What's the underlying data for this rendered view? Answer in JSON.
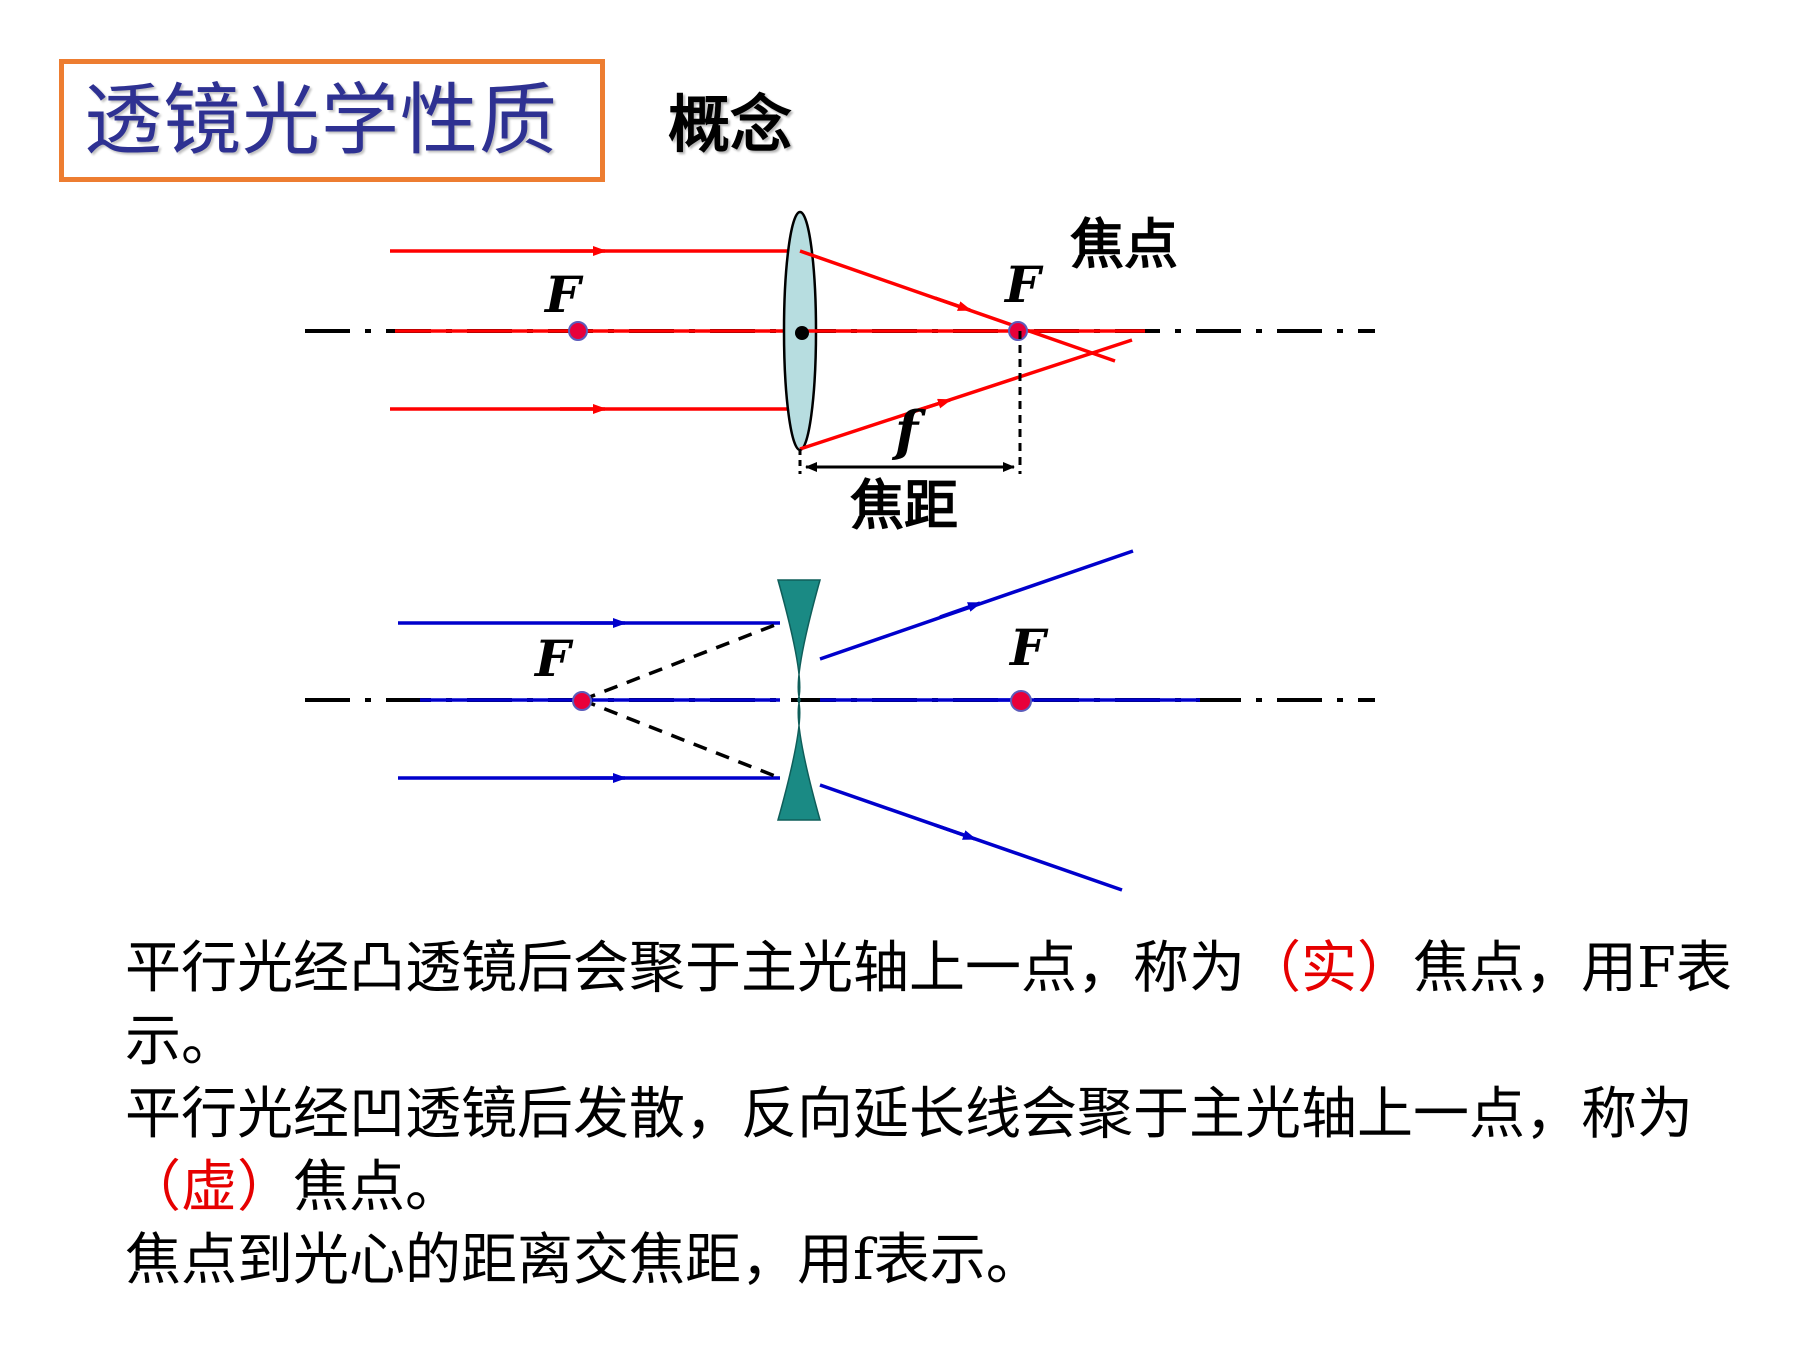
{
  "header": {
    "title": "透镜光学性质",
    "subtitle": "概念"
  },
  "convex_diagram": {
    "focus_left_label": "F",
    "focus_right_label": "F",
    "focal_point_label": "焦点",
    "focal_length_symbol": "f",
    "focal_length_label": "焦距"
  },
  "concave_diagram": {
    "focus_left_label": "F",
    "focus_right_label": "F"
  },
  "colors": {
    "title_border": "#ed7d31",
    "title_text": "#2e3192",
    "convex_rays": "#ff0000",
    "concave_rays": "#0000cc",
    "lens_fill": "#b7dde0",
    "concave_lens_fill": "#1a8a84",
    "focus_point": "#ff0000",
    "highlight_text": "#e60000"
  },
  "text": {
    "p1_before": "平行光经凸透镜后会聚于主光轴上一点，称为",
    "p1_highlight": "（实）",
    "p1_after": "焦点，用F表示。",
    "p2_before": "平行光经凹透镜后发散，反向延长线会聚于主光轴上一点，称为",
    "p2_highlight": "（虚）",
    "p2_after": "焦点。",
    "p3": "焦点到光心的距离交焦距，用f表示。"
  }
}
